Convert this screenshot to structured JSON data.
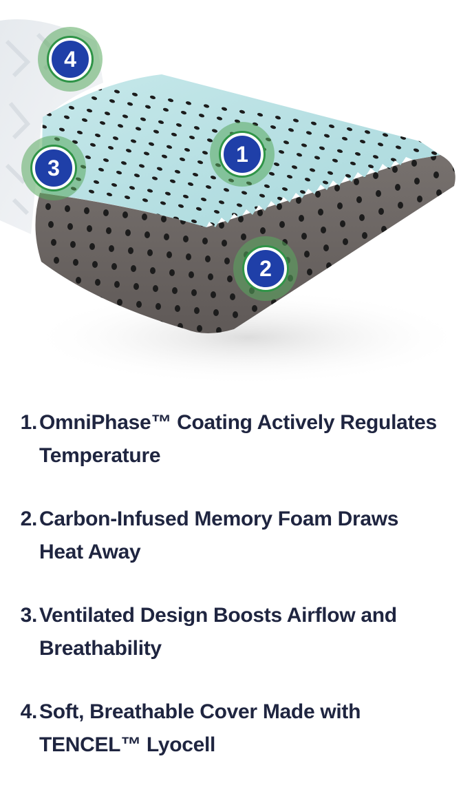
{
  "image": {
    "subject": "pillow-cutaway",
    "colors": {
      "gel_layer": "#bfe3e6",
      "foam_layer": "#6b6563",
      "cover": "#e8ecf0",
      "hole": "#1c1c1c",
      "badge_ring": "#5aaa5f",
      "badge_fill": "#1f3fa8"
    }
  },
  "badges": [
    {
      "number": "1"
    },
    {
      "number": "2"
    },
    {
      "number": "3"
    },
    {
      "number": "4"
    }
  ],
  "features": [
    {
      "number": "1.",
      "text": "OmniPhase™ Coating Actively Regulates Temperature"
    },
    {
      "number": "2.",
      "text": "Carbon-Infused Memory Foam Draws Heat Away"
    },
    {
      "number": "3.",
      "text": "Ventilated Design Boosts Airflow and Breathability"
    },
    {
      "number": "4.",
      "text": "Soft, Breathable Cover Made with TENCEL™ Lyocell"
    }
  ],
  "text_color": "#1f2540"
}
